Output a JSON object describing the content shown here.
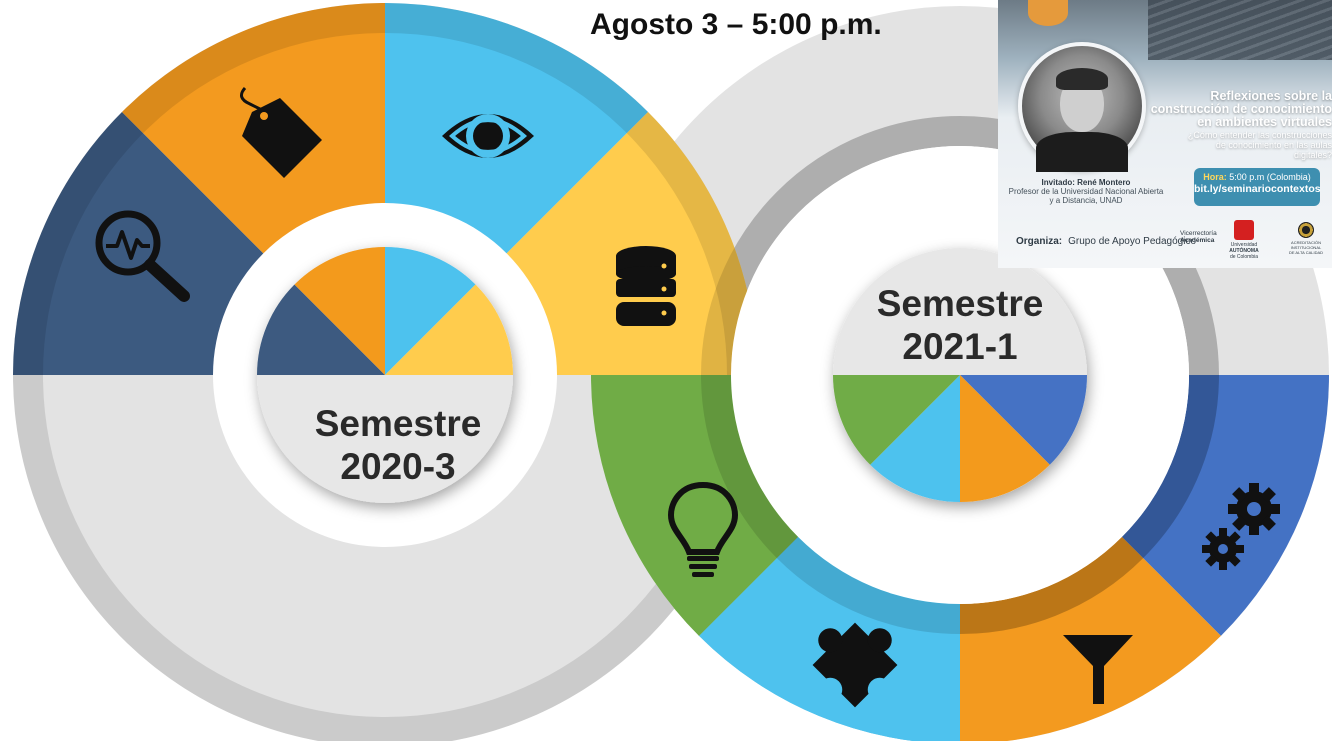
{
  "headline": "Agosto 3 – 5:00 p.m.",
  "colors": {
    "navy": "#3c5a80",
    "orange": "#f39a1f",
    "sky": "#4ec2ee",
    "yellow": "#ffcc4d",
    "green": "#70ac46",
    "blue": "#4472c4",
    "ring_gray": "#e3e3e3",
    "band_gray": "#cfcfcf",
    "hub_gray": "#e7e7e7"
  },
  "wheel_2020": {
    "label_line1": "Semestre",
    "label_line2": "2020-3",
    "segments": [
      {
        "color": "navy",
        "icon": "analytics-magnifier-icon"
      },
      {
        "color": "orange",
        "icon": "tag-icon"
      },
      {
        "color": "sky",
        "icon": "eye-icon"
      },
      {
        "color": "yellow",
        "icon": "database-icon"
      }
    ]
  },
  "wheel_2021": {
    "label_line1": "Semestre",
    "label_line2": "2021-1",
    "segments": [
      {
        "color": "blue",
        "icon": "gears-icon"
      },
      {
        "color": "orange",
        "icon": "funnel-icon"
      },
      {
        "color": "sky",
        "icon": "puzzle-piece-icon"
      },
      {
        "color": "green",
        "icon": "lightbulb-icon"
      }
    ]
  },
  "poster": {
    "title": "Reflexiones sobre la construcción de conocimiento en ambientes virtuales",
    "subtitle": "¿Cómo entender las construcciones de conocimiento en las aulas digitales?",
    "guest_label": "Invitado: René Montero",
    "guest_role": "Profesor de la Universidad Nacional Abierta y a Distancia, UNAD",
    "time_label": "Hora:",
    "time_value": "5:00 p.m (Colombia)",
    "link": "bit.ly/seminariocontextos",
    "organiza_label": "Organiza:",
    "organiza_value": "Grupo de Apoyo Pedagógico",
    "logo1_line1": "Vicerrectoría",
    "logo1_line2": "Académica",
    "logo2_line1": "Universidad",
    "logo2_line2": "AUTÓNOMA",
    "logo2_line3": "de Colombia",
    "logo3_text": "ACREDITACIÓN INSTITUCIONAL DE ALTA CALIDAD"
  }
}
